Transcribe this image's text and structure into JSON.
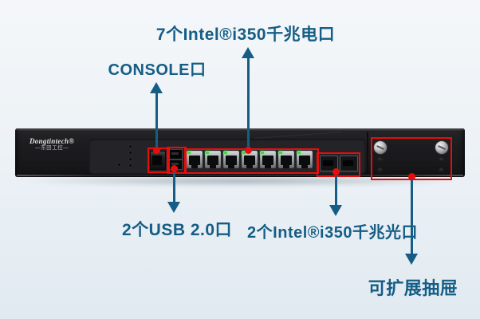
{
  "colors": {
    "accent_blue": "#155d85",
    "marker_red": "#e60d0d",
    "led_green": "#3ddc35",
    "background_top": "#f4f7fa",
    "background_bottom": "#e1eaf1"
  },
  "annotations": {
    "eth_copper": "7个Intel®i350千兆电口",
    "console": "CONSOLE口",
    "usb": "2个USB 2.0口",
    "sfp": "2个Intel®i350千兆光口",
    "drawer": "可扩展抽屉"
  },
  "device": {
    "brand": "Dongtintech®",
    "brand_sub": "—东田工控—",
    "ethernet_port_count": 7,
    "usb_port_count": 2,
    "sfp_port_count": 2,
    "status_led_count": 4
  }
}
